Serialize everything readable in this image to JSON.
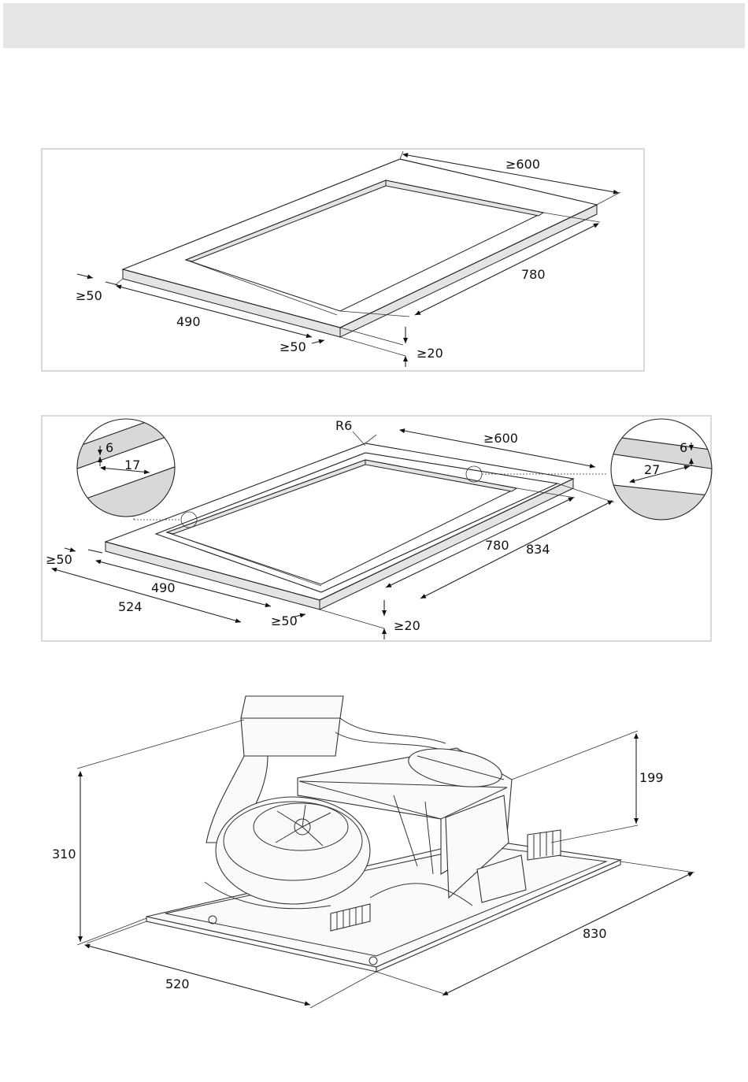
{
  "diagram1": {
    "labels": {
      "width": "≥600",
      "length": "780",
      "depth": "490",
      "side_clearance": "≥50",
      "front_clearance": "≥50",
      "gap": "≥20"
    }
  },
  "diagram2": {
    "labels": {
      "radius": "R6",
      "width": "≥600",
      "inner_length": "780",
      "outer_length": "834",
      "inner_depth": "490",
      "outer_depth": "524",
      "side_clearance": "≥50",
      "front_clearance": "≥50",
      "gap": "≥20",
      "detail_left_step": "6",
      "detail_left_width": "17",
      "detail_right_step": "6",
      "detail_right_width": "27"
    }
  },
  "diagram3": {
    "labels": {
      "height": "310",
      "motor_height": "199",
      "depth": "520",
      "width": "830"
    }
  }
}
